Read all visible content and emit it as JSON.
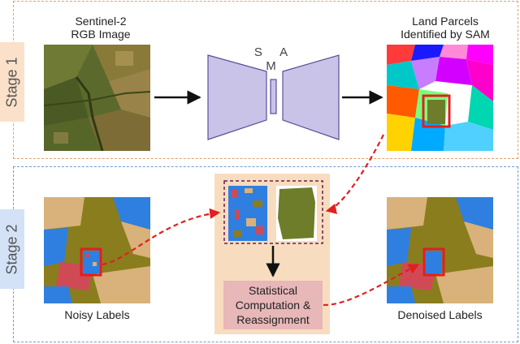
{
  "stage1": {
    "label": "Stage 1",
    "input_caption_line1": "Sentinel-2",
    "input_caption_line2": "RGB Image",
    "model_label": "S A M",
    "output_caption_line1": "Land Parcels",
    "output_caption_line2": "Identified by SAM"
  },
  "stage2": {
    "label": "Stage 2",
    "noisy_caption": "Noisy Labels",
    "denoised_caption": "Denoised Labels",
    "process_line1": "Statistical",
    "process_line2": "Computation &",
    "process_line3": "Reassignment"
  },
  "colors": {
    "stage1_border": "#e0a070",
    "stage1_tag": "#fbe1c9",
    "stage2_border": "#6f9bd8",
    "stage2_tag": "#d3e2f7",
    "sam_block": "#c9c3e8",
    "sam_stroke": "#5a4f9a",
    "highlight": "#e02020",
    "class_olive": "#8a7d1e",
    "class_tan": "#d8b27a",
    "class_blue": "#2f7fe0",
    "class_red": "#d04a55",
    "process_box": "#e8b7b8",
    "process_panel": "#f8dcc0"
  }
}
